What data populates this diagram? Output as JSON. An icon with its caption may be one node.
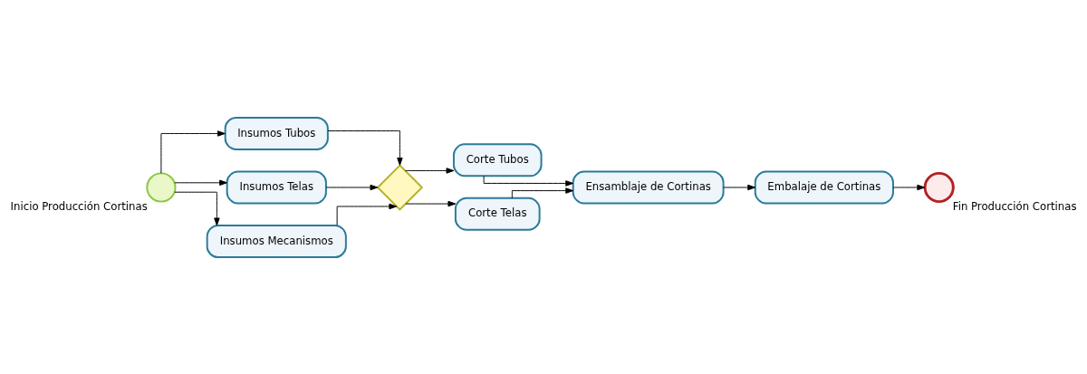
{
  "diagram": {
    "nodes": [
      {
        "text": [],
        "shape": "circle",
        "beside": [
          "Inicio Producción Cortinas"
        ]
      },
      {
        "text": [
          "Insumos Tubos"
        ]
      },
      {
        "text": [
          "Insumos Telas"
        ]
      },
      {
        "text": [
          "Insumos Mecanismos"
        ]
      },
      {
        "text": [],
        "shape": "diamond"
      },
      {
        "text": [
          "Corte Tubos"
        ]
      },
      {
        "text": [
          "Corte Telas"
        ]
      },
      {
        "text": [
          "Ensamblaje de Cortinas"
        ]
      },
      {
        "text": [
          "Embalaje de Cortinas"
        ]
      },
      {
        "text": [],
        "shape": "circle",
        "beside": [
          "Fin Producción Cortinas"
        ]
      }
    ],
    "edges": [
      {
        "from": 0,
        "to": 1,
        "arrow": "to"
      },
      {
        "from": 0,
        "to": 2,
        "arrow": "to"
      },
      {
        "from": 0,
        "to": 3,
        "arrow": "to"
      },
      {
        "from": 1,
        "to": 4,
        "arrow": "to"
      },
      {
        "from": 2,
        "to": 4,
        "arrow": "to"
      },
      {
        "from": 3,
        "to": 4,
        "arrow": "to"
      },
      {
        "from": 4,
        "to": 5,
        "arrow": "to"
      },
      {
        "from": 4,
        "to": 6,
        "arrow": "to"
      },
      {
        "from": 5,
        "to": 7,
        "arrow": "to"
      },
      {
        "from": 6,
        "to": 7,
        "arrow": "to"
      },
      {
        "from": 7,
        "to": 8,
        "arrow": "to"
      },
      {
        "from": 8,
        "to": 9,
        "arrow": "to"
      }
    ]
  }
}
